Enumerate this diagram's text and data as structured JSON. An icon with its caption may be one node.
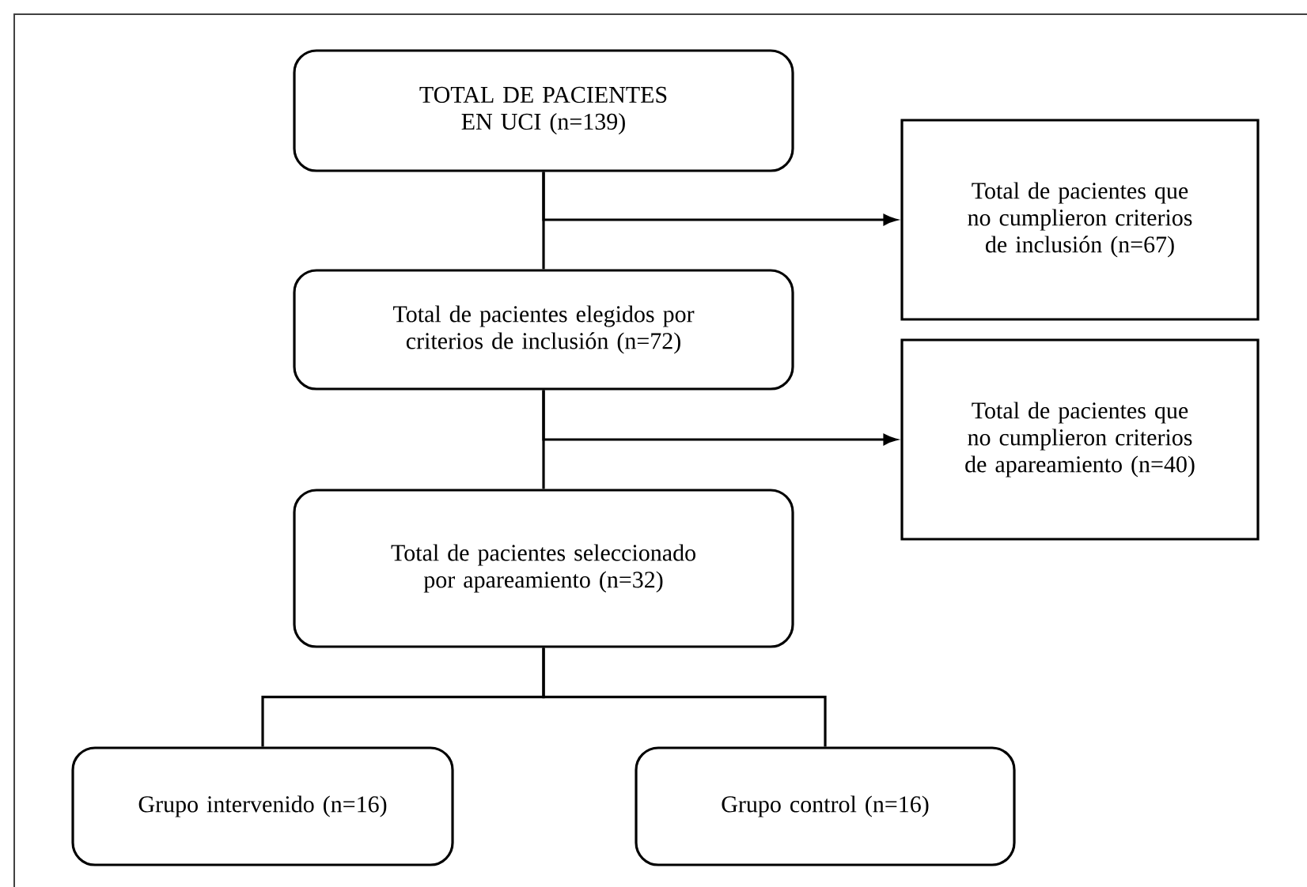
{
  "diagram": {
    "nodes": [
      {
        "text": [
          "TOTAL DE PACIENTES EN UCI (n=139)"
        ]
      },
      {
        "text": [
          "Total de pacientes que no cumplieron criterios de inclusión (n=67)"
        ]
      },
      {
        "text": [
          "Total de pacientes elegidos por criterios de inclusión (n=72)"
        ]
      },
      {
        "text": [
          "Total de pacientes que no cumplieron criterios de apareamiento (n=40)"
        ]
      },
      {
        "text": [
          "Total de pacientes seleccionado por apareamiento (n=32)"
        ]
      },
      {
        "text": [
          "Grupo intervenido (n=16)"
        ]
      },
      {
        "text": [
          "Grupo control (n=16)"
        ]
      }
    ],
    "edges": [
      {
        "from": 0,
        "to": 2,
        "arrow": "none"
      },
      {
        "from": 0,
        "to": 1,
        "arrow": "to"
      },
      {
        "from": 2,
        "to": 4,
        "arrow": "none"
      },
      {
        "from": 2,
        "to": 3,
        "arrow": "to"
      },
      {
        "from": 4,
        "to": 5,
        "arrow": "none"
      },
      {
        "from": 4,
        "to": 6,
        "arrow": "none"
      }
    ]
  }
}
